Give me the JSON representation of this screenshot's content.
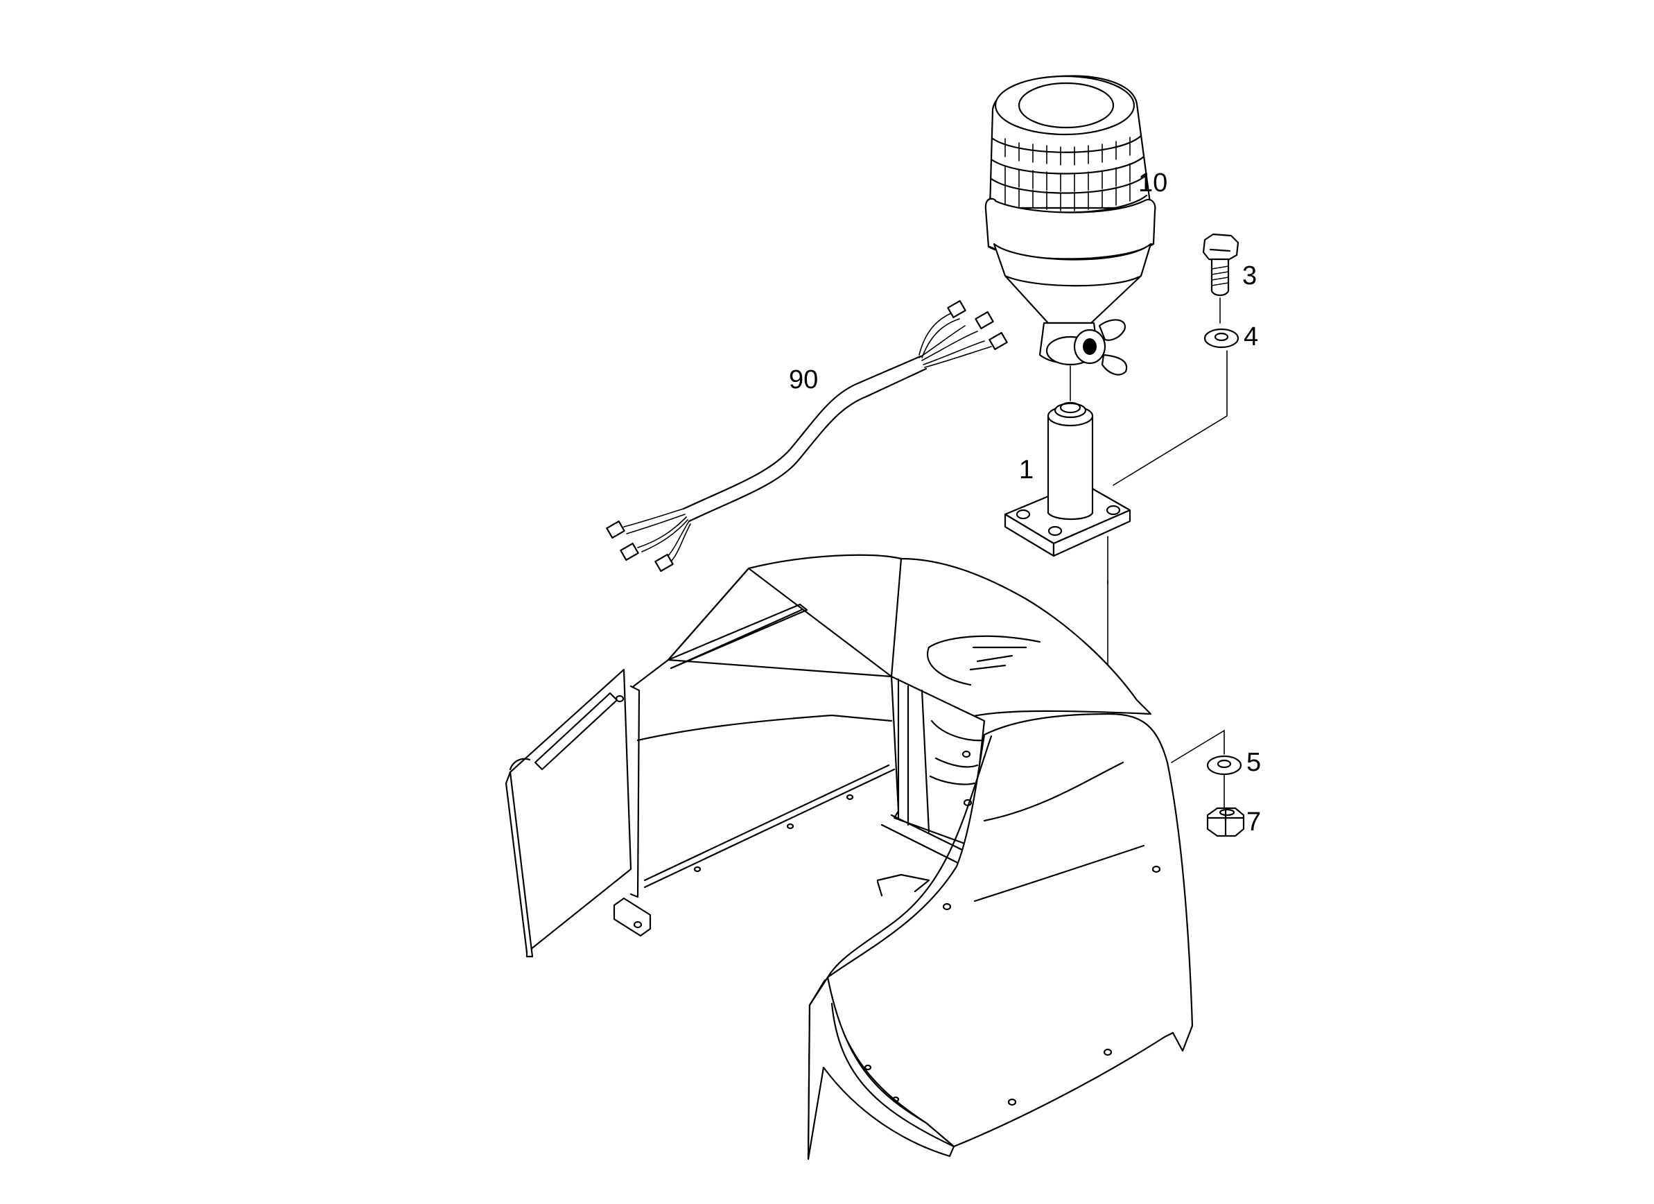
{
  "callouts": {
    "beacon": "10",
    "bolt": "3",
    "washer_top": "4",
    "harness": "90",
    "mount_post": "1",
    "washer_bottom": "5",
    "nut": "7"
  },
  "colors": {
    "line": "#000000",
    "background": "#ffffff"
  }
}
